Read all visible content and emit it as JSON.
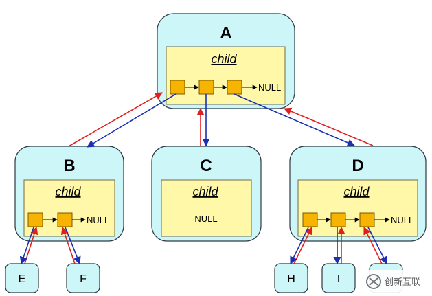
{
  "nodes": {
    "a": {
      "label": "A",
      "child_label": "child",
      "null_label": "NULL"
    },
    "b": {
      "label": "B",
      "child_label": "child",
      "null_label": "NULL"
    },
    "c": {
      "label": "C",
      "child_label": "child",
      "null_label": "NULL"
    },
    "d": {
      "label": "D",
      "child_label": "child",
      "null_label": "NULL"
    }
  },
  "leaves": {
    "e": "E",
    "f": "F",
    "h": "H",
    "i": "I"
  },
  "watermark": {
    "text": "创新互联"
  },
  "colors": {
    "node_fill": "#cdf6f8",
    "child_fill": "#fff8a8",
    "slot_fill": "#f6b400",
    "parent_arrow": "#e02020",
    "child_arrow": "#1c2fb0"
  }
}
